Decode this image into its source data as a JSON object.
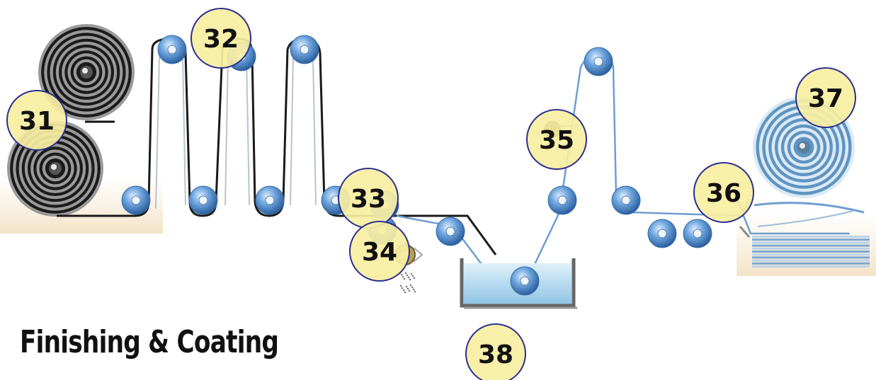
{
  "title": "Finishing & Coating",
  "callouts": [
    {
      "id": "31",
      "label": "31"
    },
    {
      "id": "32",
      "label": "32"
    },
    {
      "id": "33",
      "label": "33"
    },
    {
      "id": "34",
      "label": "34"
    },
    {
      "id": "35",
      "label": "35"
    },
    {
      "id": "36",
      "label": "36"
    },
    {
      "id": "37",
      "label": "37"
    },
    {
      "id": "38",
      "label": "38"
    }
  ],
  "colors": {
    "callout_fill": "#f7eea2",
    "callout_stroke": "#2b2f8f",
    "roller_blue": "#4d8ed1",
    "web_dark": "#1a1a1a",
    "web_blue": "#6e9ecf",
    "tank_water": "#bfe0f2"
  }
}
